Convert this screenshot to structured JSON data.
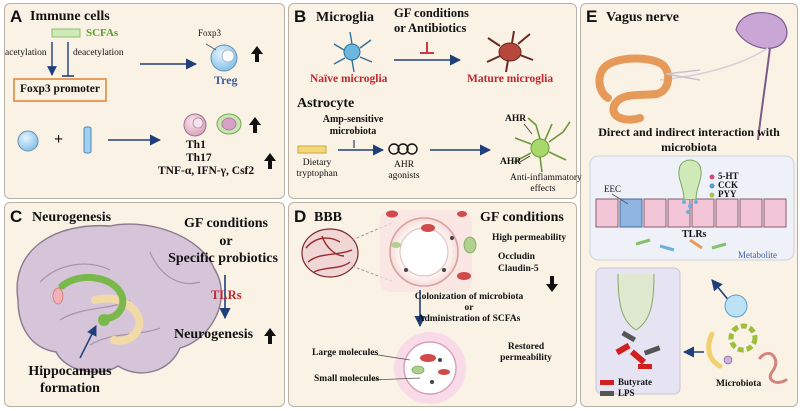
{
  "panelA": {
    "letter": "A",
    "title": "Immune cells",
    "scfas": "SCFAs",
    "acetylation": "acetylation",
    "deacetylation": "deacetylation",
    "promoter": "Foxp3 promoter",
    "foxp3": "Foxp3",
    "treg": "Treg",
    "plus": "+",
    "th1": "Th1",
    "th17": "Th17",
    "cytokines": "TNF-α, IFN-γ, Csf2"
  },
  "panelB": {
    "letter": "B",
    "microglia": "Microglia",
    "gf_line1": "GF conditions",
    "gf_line2": "or Antibiotics",
    "naive": "Naïve microglia",
    "mature": "Mature microglia",
    "astrocyte": "Astrocyte",
    "amp_line1": "Amp-sensitive",
    "amp_line2": "microbiota",
    "dietary_line1": "Dietary",
    "dietary_line2": "tryptophan",
    "ahr_agonists_line1": "AHR",
    "ahr_agonists_line2": "agonists",
    "ahr_top": "AHR",
    "ahr_bottom": "AHR",
    "anti_line1": "Anti-inflammatory",
    "anti_line2": "effects"
  },
  "panelC": {
    "letter": "C",
    "title": "Neurogenesis",
    "gf": "GF conditions",
    "or": "or",
    "probiotics": "Specific probiotics",
    "tlrs": "TLRs",
    "neurogenesis": "Neurogenesis",
    "hippo_line1": "Hippocampus",
    "hippo_line2": "formation"
  },
  "panelD": {
    "letter": "D",
    "bbb": "BBB",
    "gf": "GF conditions",
    "high_perm": "High permeability",
    "occludin": "Occludin",
    "claudin": "Claudin-5",
    "colon_line1": "Colonization of microbiota",
    "colon_line2": "or",
    "colon_line3": "Administration of SCFAs",
    "large": "Large molecules",
    "small": "Small molecules",
    "restored_line1": "Restored",
    "restored_line2": "permeability"
  },
  "panelE": {
    "letter": "E",
    "title": "Vagus nerve",
    "interaction_line1": "Direct and indirect interaction with",
    "interaction_line2": "microbiota",
    "eec": "EEC",
    "ht": "5-HT",
    "cck": "CCK",
    "pyy": "PYY",
    "tlrs": "TLRs",
    "metabolite": "Metabolite",
    "butyrate": "Butyrate",
    "lps": "LPS",
    "microbiota": "Microbiota"
  },
  "colors": {
    "red_label": "#c0272d",
    "blue_label": "#3a5fa0",
    "green_label": "#5aa02c",
    "arrow": "#1f3f7a"
  }
}
